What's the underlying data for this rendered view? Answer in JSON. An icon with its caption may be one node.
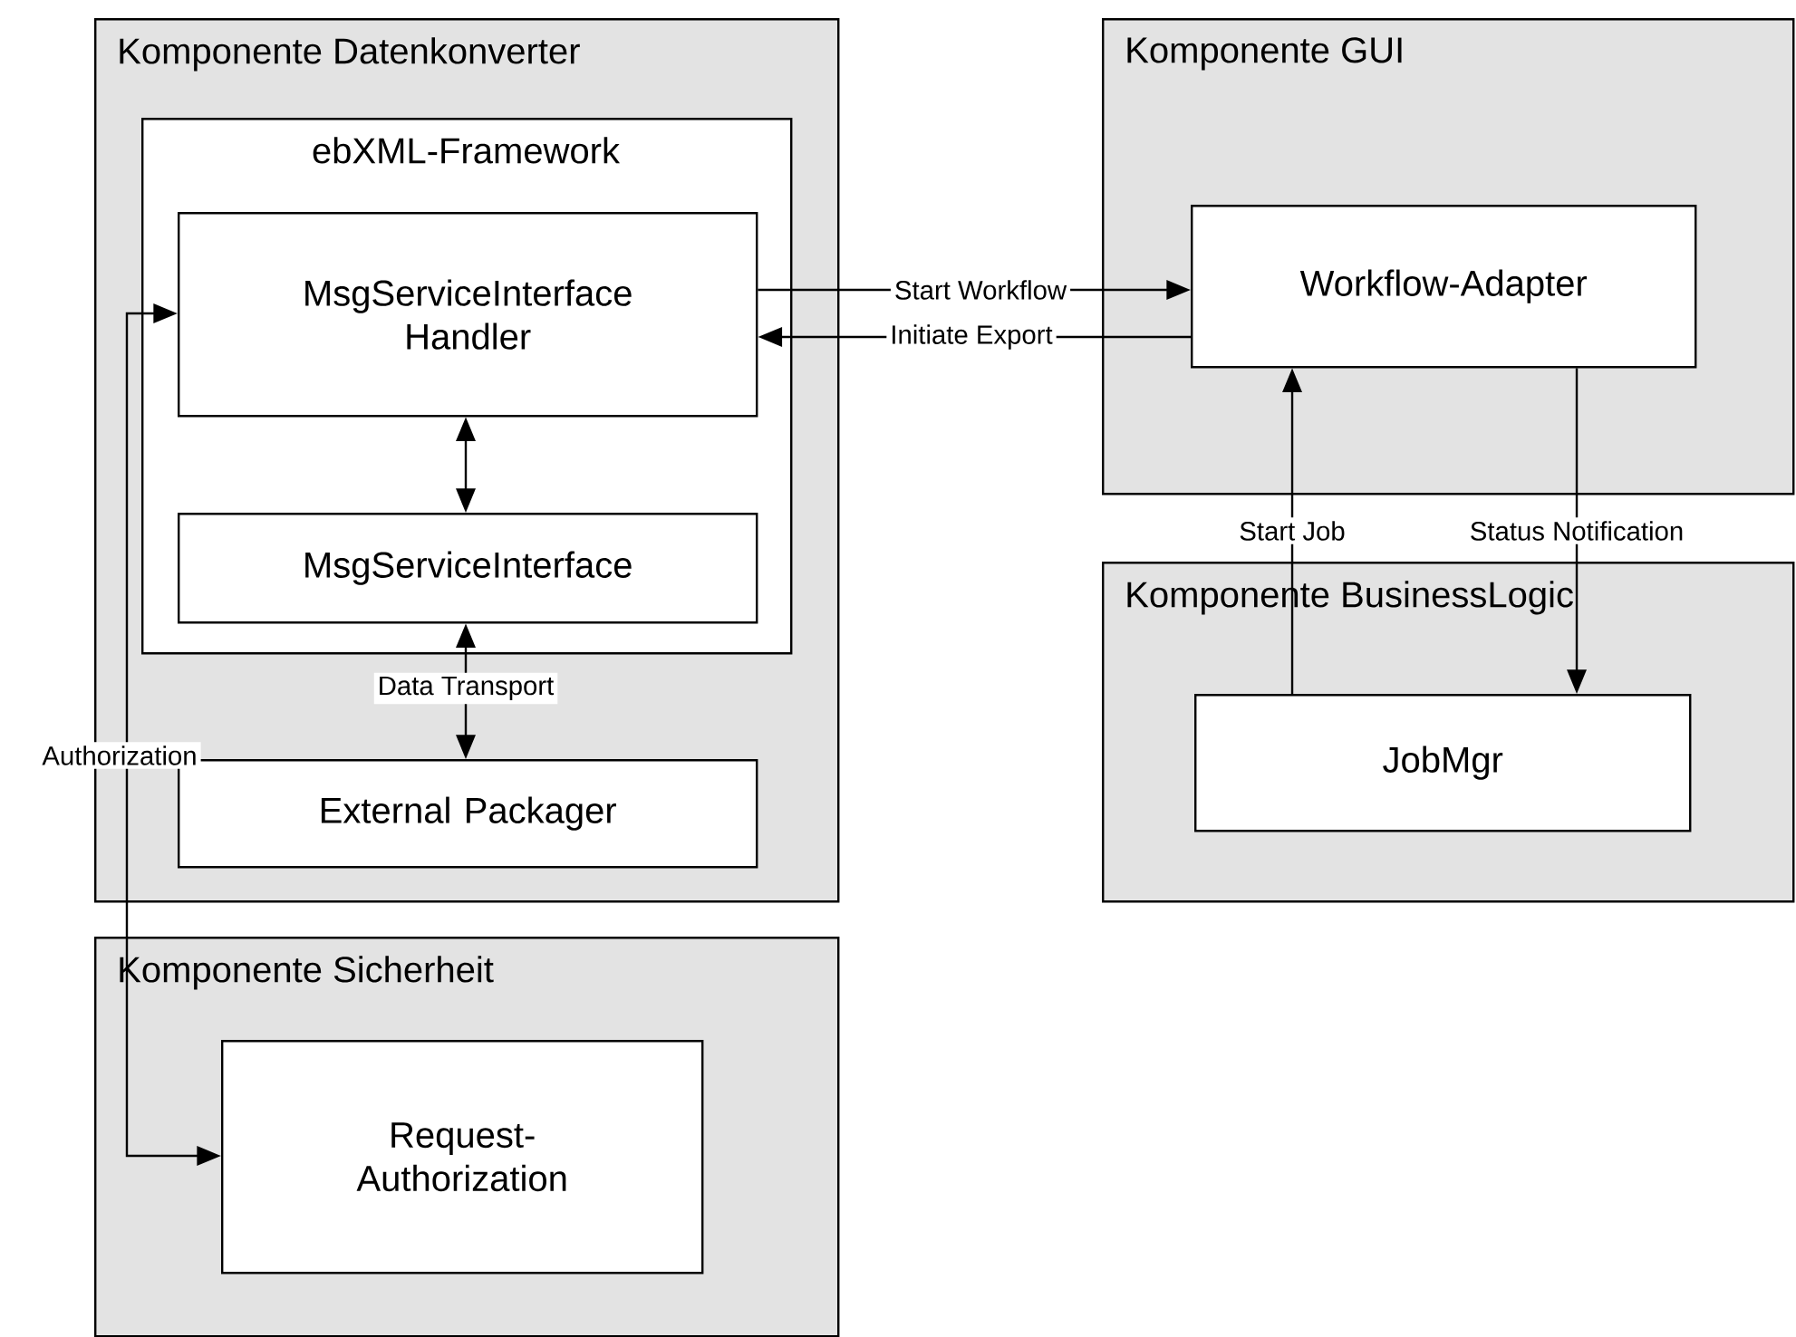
{
  "diagram": {
    "nodes": [
      {
        "text": [
          "Komponente Datenkonverter"
        ]
      },
      {
        "text": [
          "ebXML-Framework"
        ],
        "in": 0
      },
      {
        "text": [
          "MsgServiceInterface Handler"
        ],
        "in": 1
      },
      {
        "text": [
          "MsgServiceInterface"
        ],
        "in": 1
      },
      {
        "text": [
          "External Packager"
        ],
        "in": 0
      },
      {
        "text": [
          "Komponente GUI"
        ]
      },
      {
        "text": [
          "Workflow-Adapter"
        ],
        "in": 5
      },
      {
        "text": [
          "Komponente BusinessLogic"
        ]
      },
      {
        "text": [
          "JobMgr"
        ],
        "in": 7
      },
      {
        "text": [
          "Komponente Sicherheit"
        ]
      },
      {
        "text": [
          "Request-Authorization"
        ],
        "in": 9
      }
    ],
    "edges": [
      {
        "from": 2,
        "to": 6,
        "arrow": "to",
        "label": "Start Workflow"
      },
      {
        "from": 6,
        "to": 2,
        "arrow": "to",
        "label": "Initiate Export"
      },
      {
        "from": 2,
        "to": 3,
        "arrow": "both"
      },
      {
        "from": 3,
        "to": 4,
        "arrow": "both",
        "label": "Data Transport"
      },
      {
        "from": 2,
        "to": 10,
        "arrow": "both",
        "label": "Authorization"
      },
      {
        "from": 8,
        "to": 6,
        "arrow": "to",
        "label": "Start Job"
      },
      {
        "from": 6,
        "to": 8,
        "arrow": "to",
        "label": "Status Notification"
      }
    ]
  }
}
